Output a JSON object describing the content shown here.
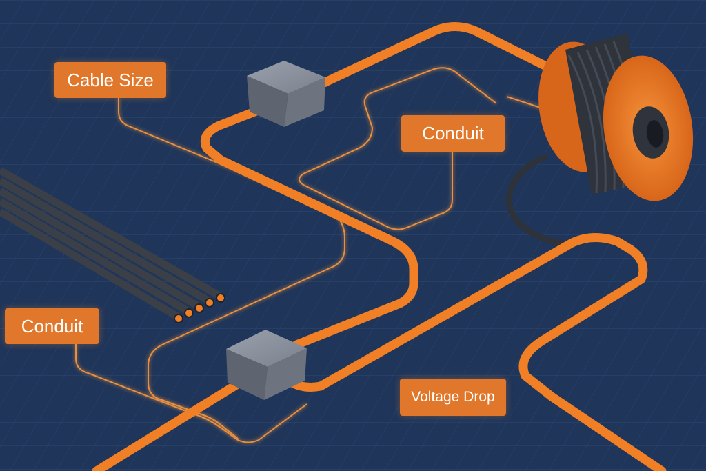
{
  "colors": {
    "background": "#1f355a",
    "grid": "#2c4670",
    "accent_orange": "#f07f25",
    "glow_orange": "#ff9a3c",
    "cable_dark": "#3a3f48",
    "box_gray": "#7c8390",
    "label_bg": "#e0772a"
  },
  "labels": {
    "cable_size": "Cable Size",
    "conduit_right": "Conduit",
    "conduit_left": "Conduit",
    "voltage_drop": "Voltage Drop"
  },
  "icons": [
    "cable-reel-icon",
    "junction-box-icon",
    "cable-bundle-icon"
  ]
}
